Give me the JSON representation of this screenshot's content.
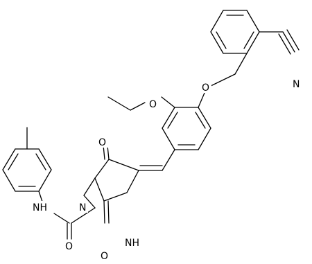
{
  "structure": {
    "atoms": {
      "cyano_n": "N",
      "ether_o_benzyl": "O",
      "ether_o_ethoxy": "O",
      "imide_o_top": "O",
      "imide_n": "N",
      "amide_nh": "NH",
      "ring_nh": "NH",
      "amide_o": "O",
      "imide_o_bottom": "O"
    }
  }
}
